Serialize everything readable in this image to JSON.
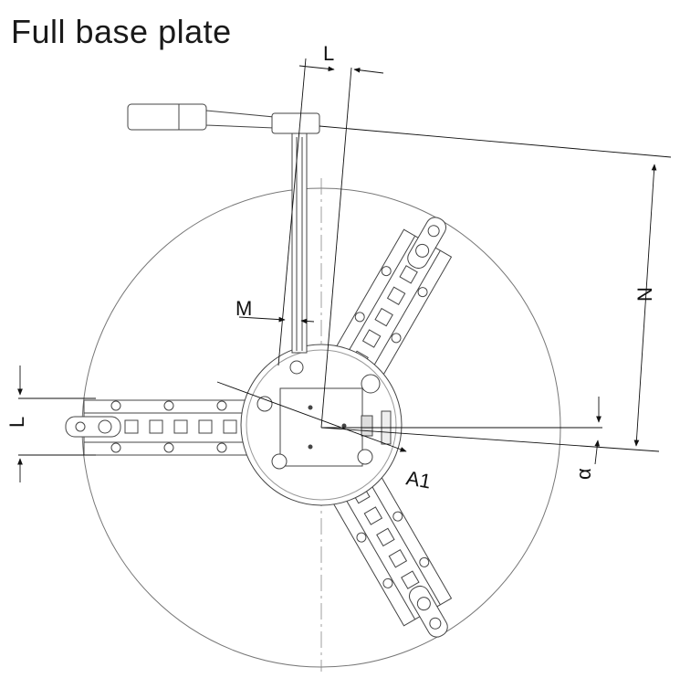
{
  "title": "Full base plate",
  "labels": {
    "dim_top_L": "L",
    "dim_left_L": "L",
    "dim_M": "M",
    "dim_N": "N",
    "dim_A1": "A1",
    "dim_alpha": "α"
  }
}
